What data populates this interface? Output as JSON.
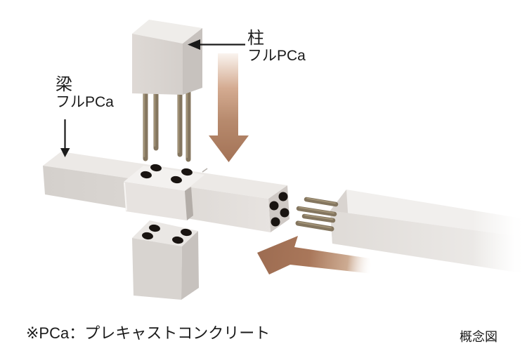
{
  "labels": {
    "column": {
      "title": "柱",
      "subtitle": "フルPCa"
    },
    "beam": {
      "title": "梁",
      "subtitle": "フルPCa"
    }
  },
  "footnote": {
    "text": "※PCa：プレキャストコンクリート"
  },
  "caption": {
    "text": "概念図"
  },
  "colors": {
    "concrete_top": "#ece9e6",
    "concrete_top_light": "#f2f0ee",
    "concrete_front": "#d8d4d0",
    "concrete_side": "#c7c2be",
    "concrete_end": "#cfc9c5",
    "step_shadow": "#b3ada8",
    "hole": "#191411",
    "rebar": "#84765f",
    "rebar_highlight": "#a39478",
    "arrow_brown": "#a37256",
    "arrow_brown_deep": "#9d6c51",
    "arrow_fade_top": "#faf4ef",
    "pointer": "#1a1a1a",
    "text": "#1a1a1a"
  }
}
